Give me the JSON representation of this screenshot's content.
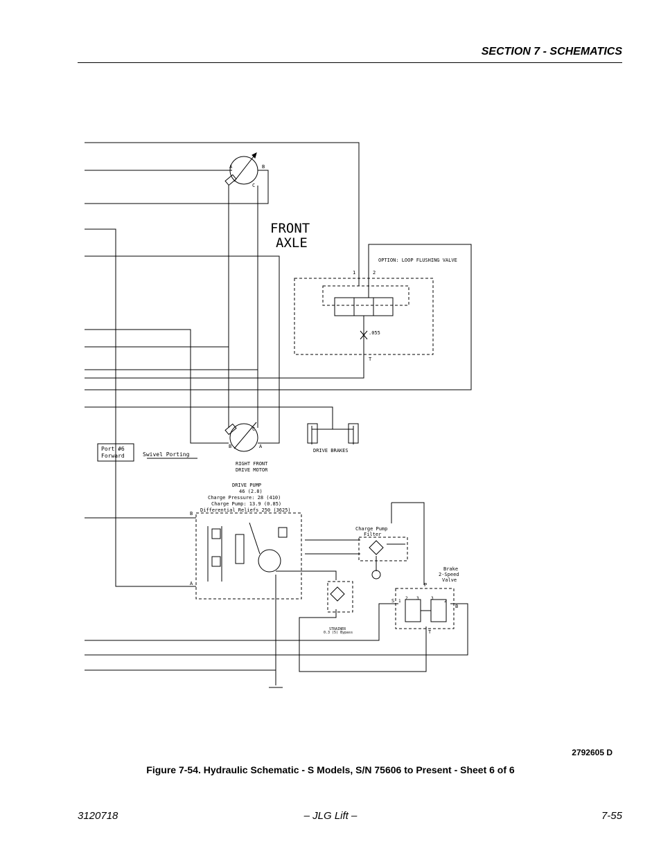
{
  "header": {
    "section_title": "SECTION 7 - SCHEMATICS"
  },
  "schematic": {
    "front_axle": [
      "FRONT",
      "AXLE"
    ],
    "flushing_valve": {
      "option_label": "OPTION: LOOP FLUSHING VALVE",
      "port_1": "1",
      "port_2": "2",
      "orifice": ".055",
      "port_t": "T"
    },
    "top_motor_ports": {
      "a": "A",
      "b": "B",
      "c": "C"
    },
    "right_front_motor": {
      "label_1": "RIGHT FRONT",
      "label_2": "DRIVE MOTOR",
      "a": "A",
      "b": "B",
      "c": "C"
    },
    "drive_brakes": "DRIVE BRAKES",
    "port6": [
      "Port #6",
      "Forward"
    ],
    "swivel": "Swivel Porting",
    "drive_pump": [
      "DRIVE PUMP",
      "46 (2.8)",
      "Charge Pressure: 28 (410)",
      "Charge Pump: 13.9 (0.85)",
      "Differential Reliefs 250 (3625)"
    ],
    "pump_ports": {
      "b": "B",
      "a": "A"
    },
    "charge_filter": [
      "Charge Pump",
      "Filter"
    ],
    "strainer": [
      "STRAINER",
      "0.3 (5) Bypass"
    ],
    "brake_valve": {
      "label": [
        "Brake",
        "2-Speed",
        "Valve"
      ],
      "p": "P",
      "s": "S",
      "t": "T",
      "b": "B",
      "n1": "1",
      "n2": "2",
      "n3": "3",
      "n4": "3",
      "n5": "2"
    }
  },
  "drawing_number": "2792605 D",
  "caption": "Figure 7-54.  Hydraulic Schematic - S Models, S/N 75606 to Present - Sheet 6 of 6",
  "footer": {
    "left": "3120718",
    "center": "– JLG Lift –",
    "right": "7-55"
  }
}
